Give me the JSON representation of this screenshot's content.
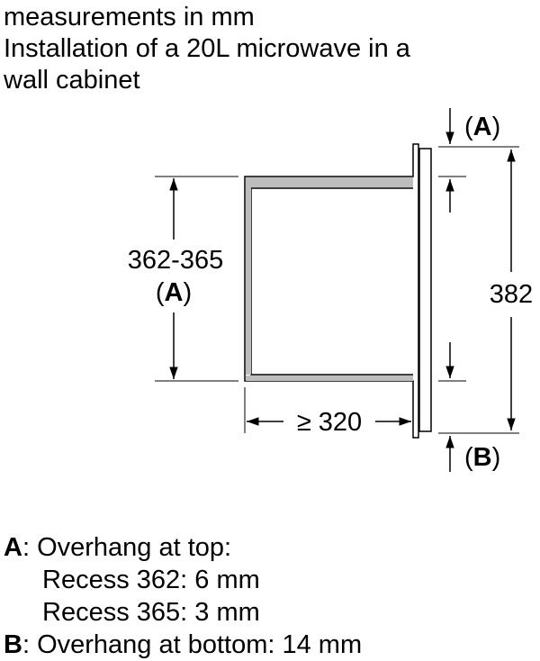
{
  "header": {
    "line1": "measurements in mm",
    "line2": "Installation of a 20L microwave in a",
    "line3": "wall cabinet"
  },
  "diagram": {
    "label_height_value": "362-365",
    "label_a_left": "A",
    "label_a_top": "A",
    "label_b_bottom": "B",
    "label_382": "382",
    "label_depth": "≥ 320"
  },
  "legend": {
    "a_key": "A",
    "a_text": ": Overhang at top:",
    "a_line2": "Recess 362: 6 mm",
    "a_line3": "Recess 365: 3 mm",
    "b_key": "B",
    "b_text": ": Overhang at bottom: 14 mm"
  }
}
